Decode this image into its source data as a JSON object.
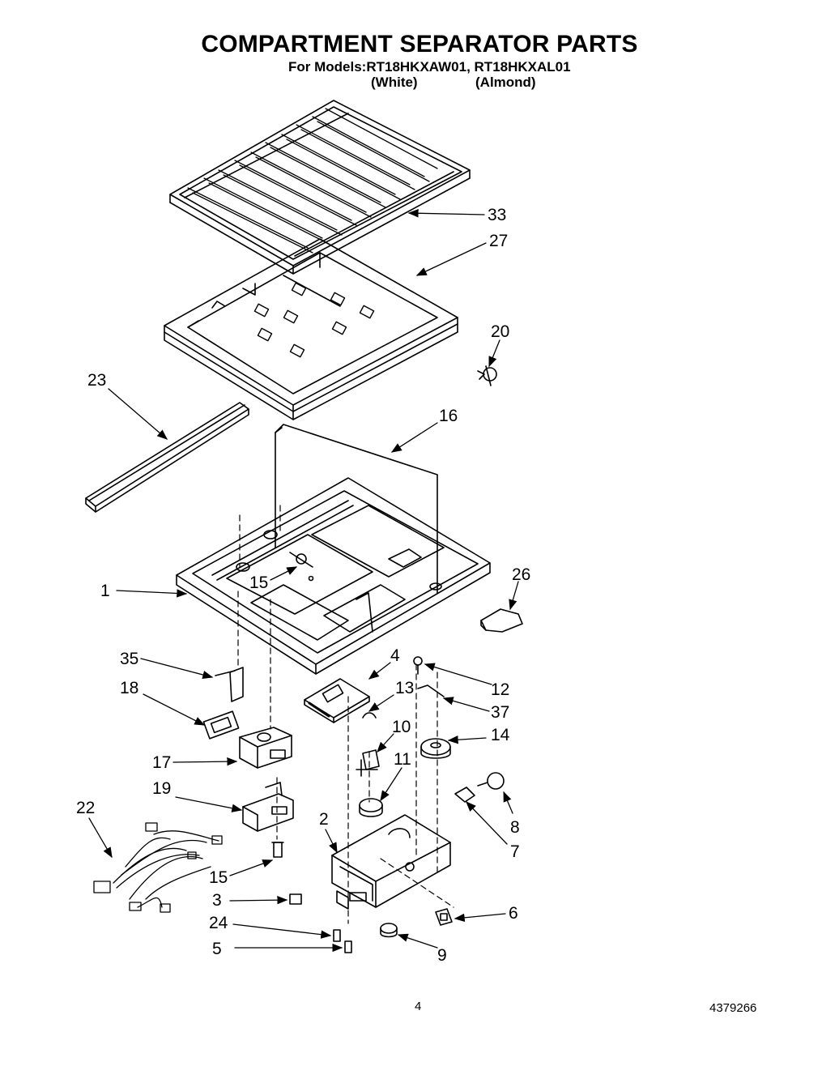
{
  "header": {
    "title": "COMPARTMENT SEPARATOR PARTS",
    "models_line": "For Models:RT18HKXAW01, RT18HKXAL01",
    "variants": [
      "(White)",
      "(Almond)"
    ]
  },
  "callouts": [
    "33",
    "27",
    "20",
    "23",
    "16",
    "1",
    "15",
    "26",
    "35",
    "4",
    "12",
    "18",
    "13",
    "37",
    "10",
    "17",
    "14",
    "11",
    "19",
    "22",
    "8",
    "2",
    "7",
    "15",
    "3",
    "6",
    "24",
    "5",
    "9"
  ],
  "footer": {
    "page_number": "4",
    "doc_number": "4379266"
  }
}
